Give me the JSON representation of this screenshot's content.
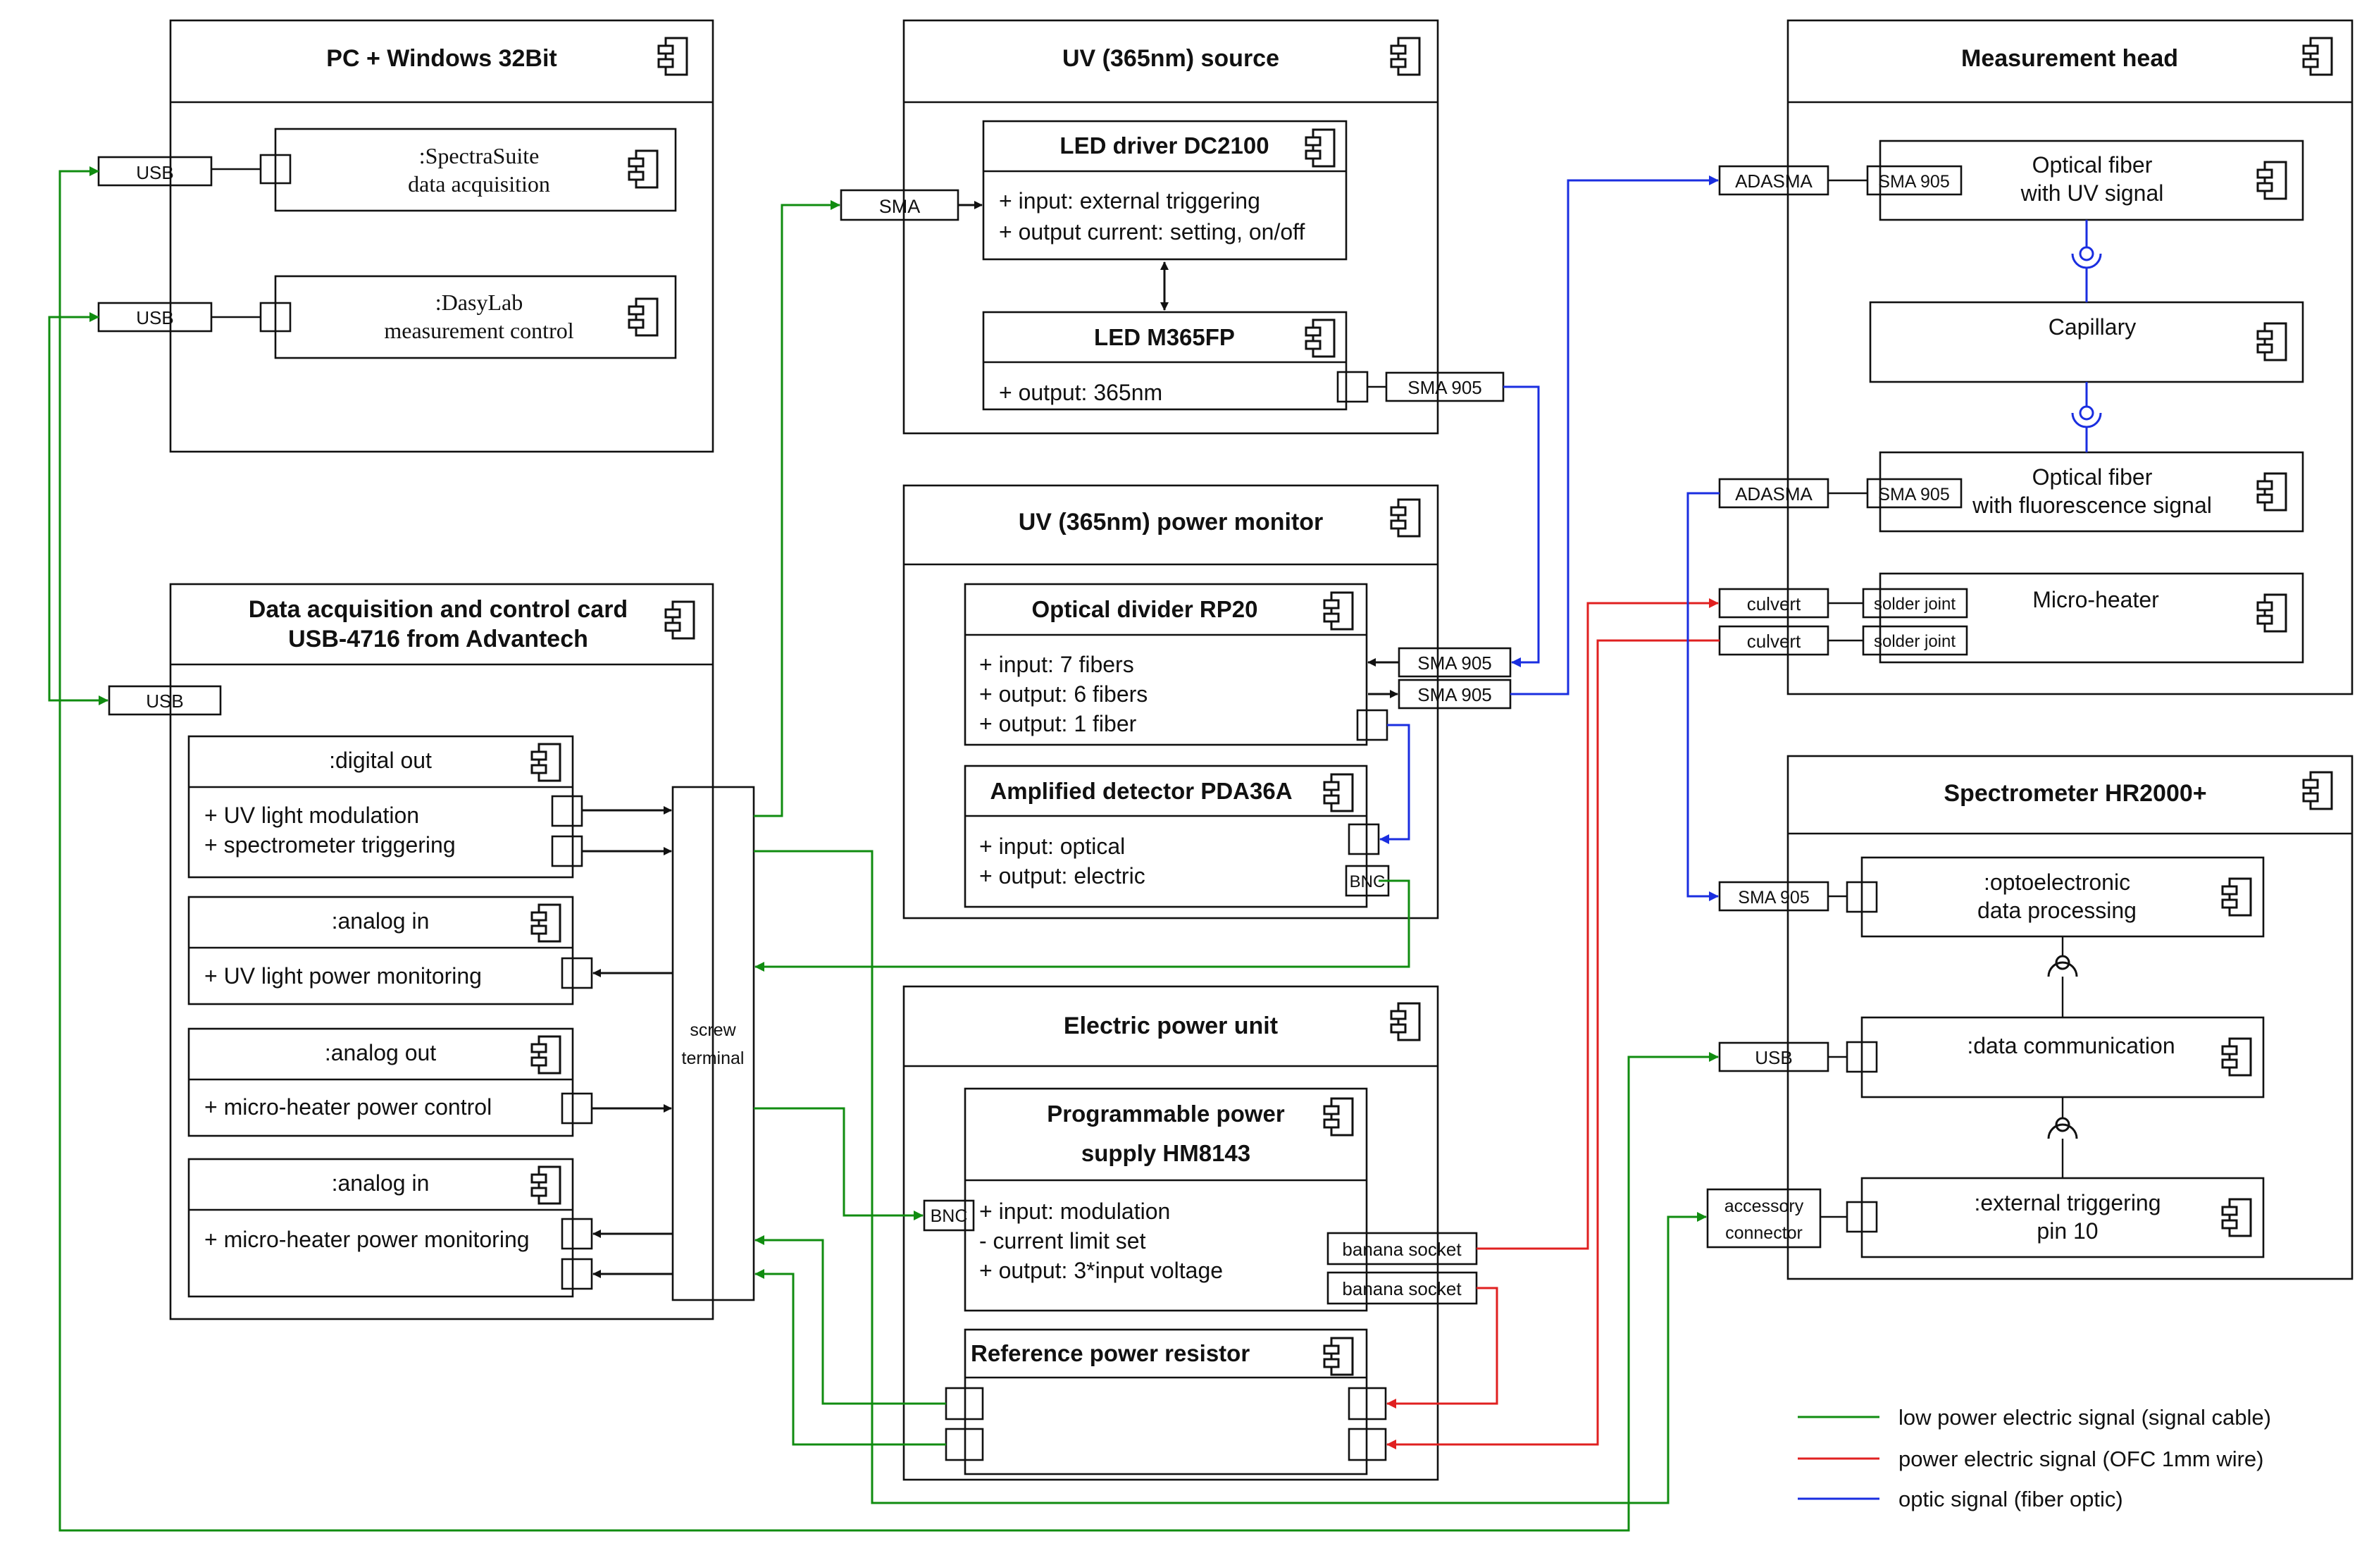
{
  "pc": {
    "title": "PC + Windows 32Bit",
    "sw1_line1": ":SpectraSuite",
    "sw1_line2": "data acquisition",
    "sw2_line1": ":DasyLab",
    "sw2_line2": "measurement control",
    "usb1": "USB",
    "usb2": "USB"
  },
  "uv_source": {
    "title": "UV (365nm) source",
    "sma": "SMA",
    "driver_title": "LED driver DC2100",
    "driver_l1": "+ input: external triggering",
    "driver_l2": "+ output current: setting, on/off",
    "led_title": "LED M365FP",
    "led_l1": "+ output: 365nm",
    "led_port": "SMA 905"
  },
  "monitor": {
    "title": "UV (365nm) power monitor",
    "divider_title": "Optical divider RP20",
    "div_l1": "+ input:   7 fibers",
    "div_l2": "+ output: 6 fibers",
    "div_l3": "+ output: 1 fiber",
    "port1": "SMA 905",
    "port2": "SMA 905",
    "det_title": "Amplified detector PDA36A",
    "det_l1": "+ input:   optical",
    "det_l2": "+ output: electric",
    "bnc": "BNC"
  },
  "power_unit": {
    "title": "Electric power unit",
    "psu_title1": "Programmable power",
    "psu_title2": "supply HM8143",
    "psu_l1": "+ input:   modulation",
    "psu_l2": "- current limit set",
    "psu_l3": "+ output: 3*input voltage",
    "bnc": "BNC",
    "banana1": "banana socket",
    "banana2": "banana socket",
    "resistor_title": "Reference power resistor"
  },
  "daq": {
    "title1": "Data acquisition and control card",
    "title2": "USB-4716 from Advantech",
    "usb": "USB",
    "screw1": "screw",
    "screw2": "terminal",
    "modules": [
      {
        "name": ":digital out",
        "l1": "+ UV light modulation",
        "l2": "+ spectrometer triggering"
      },
      {
        "name": ":analog in",
        "l1": "+ UV light power monitoring",
        "l2": ""
      },
      {
        "name": ":analog out",
        "l1": "+ micro-heater power control",
        "l2": ""
      },
      {
        "name": ":analog in",
        "l1": "+ micro-heater power monitoring",
        "l2": ""
      }
    ]
  },
  "head": {
    "title": "Measurement head",
    "fiber1_l1": "Optical fiber",
    "fiber1_l2": "with UV signal",
    "capillary": "Capillary",
    "fiber2_l1": "Optical fiber",
    "fiber2_l2": "with fluorescence signal",
    "heater": "Micro-heater",
    "adasma1": "ADASMA",
    "adasma2": "ADASMA",
    "sma1": "SMA 905",
    "sma2": "SMA 905",
    "culvert1": "culvert",
    "culvert2": "culvert",
    "solder1": "solder joint",
    "solder2": "solder joint"
  },
  "spectro": {
    "title": "Spectrometer HR2000+",
    "opto_l1": ":optoelectronic",
    "opto_l2": "data processing",
    "comm": ":data communication",
    "trig_l1": ":external triggering",
    "trig_l2": "pin 10",
    "sma": "SMA 905",
    "usb": "USB",
    "acc1": "accessory",
    "acc2": "connector"
  },
  "legend": [
    {
      "label": "low power electric signal (signal cable)",
      "color": "#108c10"
    },
    {
      "label": "power electric signal (OFC 1mm wire)",
      "color": "#e02020"
    },
    {
      "label": "optic signal (fiber optic)",
      "color": "#1a2ee0"
    }
  ]
}
